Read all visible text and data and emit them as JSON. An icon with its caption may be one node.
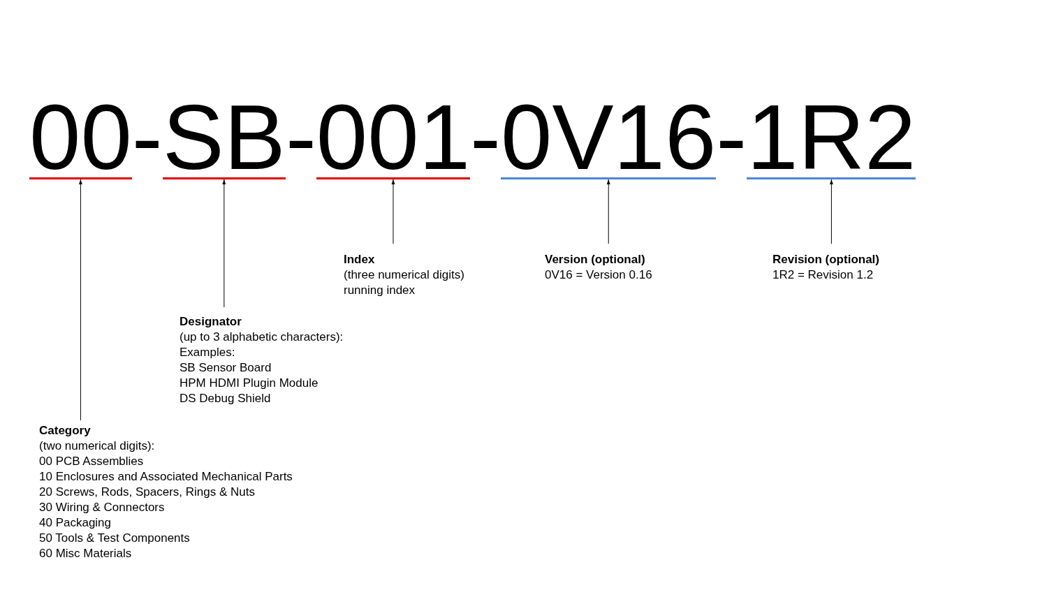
{
  "diagram": {
    "nodes": [
      {
        "text": [
          "00"
        ]
      },
      {
        "text": [
          "SB"
        ]
      },
      {
        "text": [
          "001"
        ]
      },
      {
        "text": [
          "0V16"
        ]
      },
      {
        "text": [
          "1R2"
        ]
      },
      {
        "text": [
          "Index",
          "(three numerical digits)",
          "running index"
        ]
      },
      {
        "text": [
          "Version (optional)",
          "0V16 = Version 0.16"
        ]
      },
      {
        "text": [
          "Revision (optional)",
          "1R2 = Revision 1.2"
        ]
      },
      {
        "text": [
          "Designator",
          "(up to 3 alphabetic characters):",
          "Examples:",
          "SB Sensor Board",
          "HPM HDMI Plugin Module",
          "DS Debug Shield"
        ]
      },
      {
        "text": [
          "Category",
          "(two numerical digits):",
          "00 PCB Assemblies",
          "10 Enclosures and Associated Mechanical Parts",
          "20 Screws, Rods, Spacers, Rings & Nuts",
          "30 Wiring & Connectors",
          "40 Packaging",
          "50 Tools & Test Components",
          "60 Misc Materials"
        ]
      }
    ],
    "edges": [
      {
        "from": 5,
        "to": 2,
        "arrow": "to"
      },
      {
        "from": 6,
        "to": 3,
        "arrow": "to"
      },
      {
        "from": 7,
        "to": 4,
        "arrow": "to"
      },
      {
        "from": 8,
        "to": 1,
        "arrow": "to"
      },
      {
        "from": 9,
        "to": 0,
        "arrow": "to"
      }
    ],
    "labels": [
      "-",
      "-",
      "-",
      "-"
    ]
  }
}
